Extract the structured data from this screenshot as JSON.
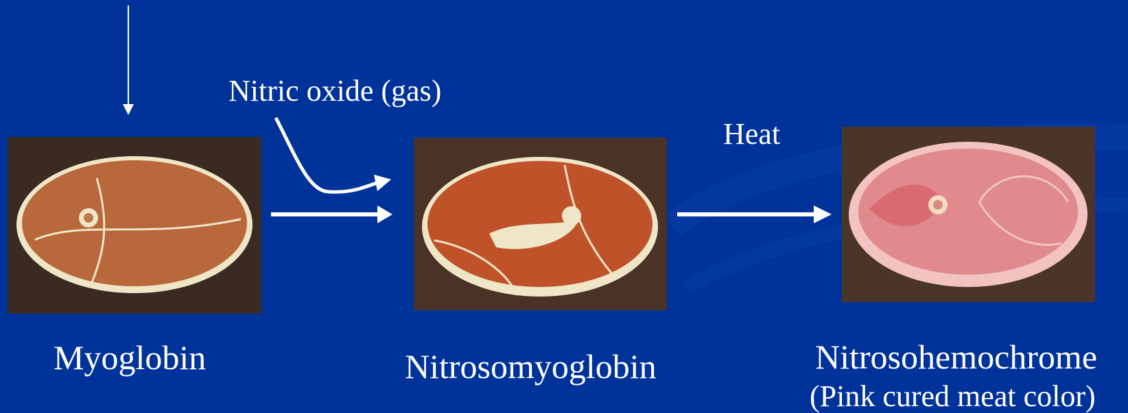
{
  "labels": {
    "nitric_oxide": "Nitric oxide (gas)",
    "heat": "Heat",
    "myoglobin": "Myoglobin",
    "nitrosomyoglobin": "Nitrosomyoglobin",
    "nitrosohemochrome": "Nitrosohemochrome",
    "nitrosohemochrome_note": "(Pink cured meat color)"
  },
  "colors": {
    "background": "#003399",
    "text": "#ffffff",
    "arrow": "#ffffff",
    "meat_raw": "#b8683a",
    "meat_nitroso": "#c0522a",
    "meat_cured": "#e08a8e",
    "fat": "#efe6c8"
  }
}
